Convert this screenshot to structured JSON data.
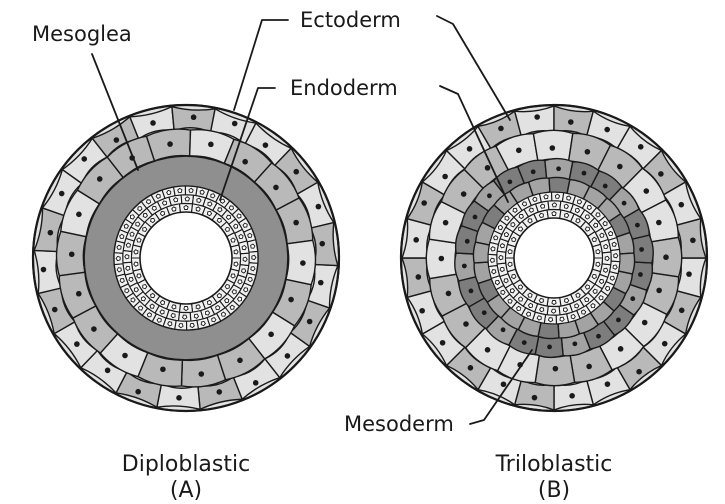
{
  "labels": {
    "mesoglea": "Mesoglea",
    "ectoderm": "Ectoderm",
    "endoderm": "Endoderm",
    "mesoderm": "Mesoderm"
  },
  "panels": [
    {
      "caption": "Diploblastic",
      "letter": "(A)"
    },
    {
      "caption": "Triloblastic",
      "letter": "(B)"
    }
  ],
  "colors": {
    "outline": "#1a1a1a",
    "ectoderm_light": "#e2e2e2",
    "ectoderm_mid": "#b9b9b9",
    "mesoglea": "#8f8f8f",
    "endoderm_cell": "#f1f1f1",
    "mesoderm_dark": "#7d7d7d",
    "mesoderm_mid": "#a3a3a3",
    "lumen": "#ffffff"
  }
}
